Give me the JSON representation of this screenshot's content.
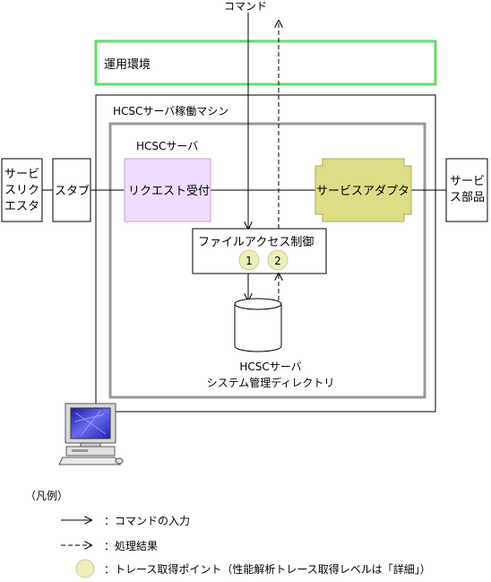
{
  "diagram": {
    "command_label": "コマンド",
    "environment_label": "運用環境",
    "machine_label": "HCSCサーバ稼働マシン",
    "server_label": "HCSCサーバ",
    "service_requester": {
      "line1": "サービ",
      "line2": "スリク",
      "line3": "エスタ"
    },
    "stub_label": "スタブ",
    "request_acceptance": "リクエスト受付",
    "service_adapter": "サービスアダプタ",
    "service_component": {
      "line1": "サービ",
      "line2": "ス部品"
    },
    "file_access": "ファイルアクセス制御",
    "trace_points": [
      "1",
      "2"
    ],
    "directory": {
      "line1": "HCSCサーバ",
      "line2": "システム管理ディレクトリ"
    },
    "colors": {
      "environment_border": "#66dd66",
      "request_fill": "#eeddff",
      "request_border": "#cc99dd",
      "adapter_fill": "#dddd88",
      "adapter_border": "#aaaa55",
      "trace_fill": "#eeeebb",
      "inner_border": "#999999"
    }
  },
  "legend": {
    "title": "（凡例）",
    "items": [
      {
        "icon": "solid-arrow",
        "text": "：コマンドの入力"
      },
      {
        "icon": "dashed-arrow",
        "text": "：処理結果"
      },
      {
        "icon": "trace-circle",
        "text": "：トレース取得ポイント（性能解析トレース取得レベルは「詳細」）"
      }
    ]
  }
}
